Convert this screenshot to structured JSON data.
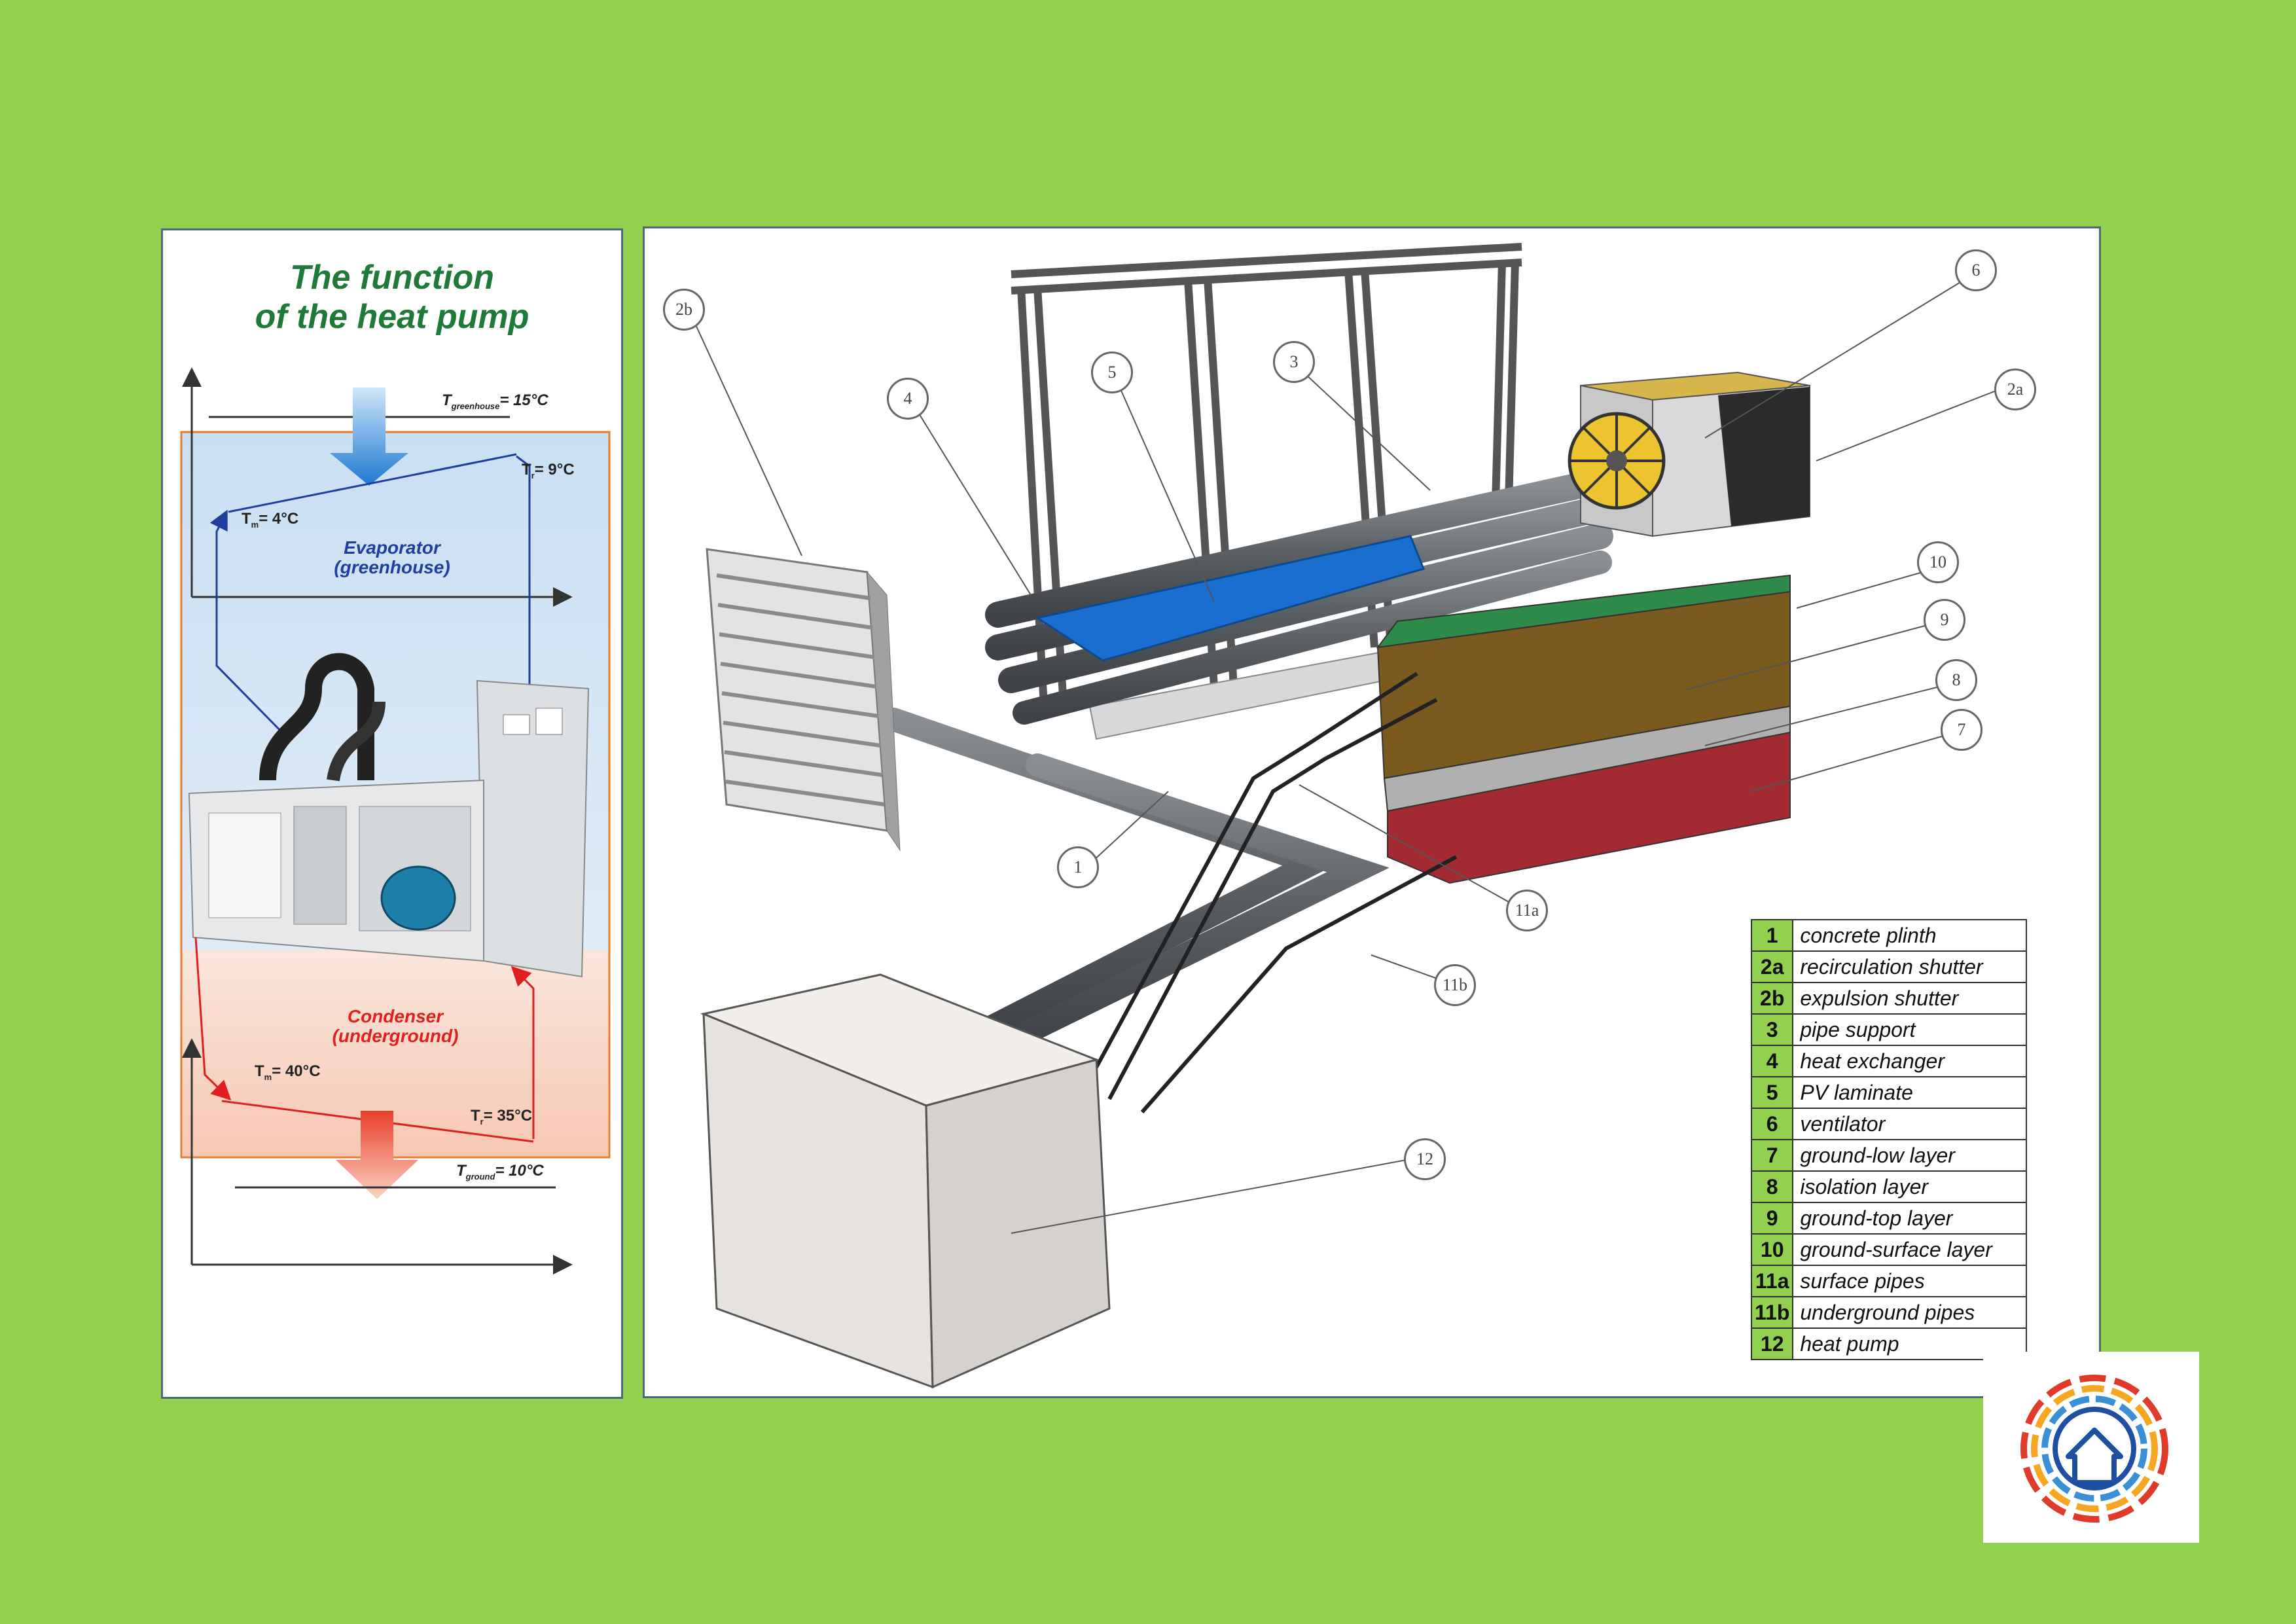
{
  "left_panel": {
    "title_line1": "The function",
    "title_line2": "of the heat pump",
    "t_greenhouse_sym": "T",
    "t_greenhouse_sub": "greenhouse",
    "t_greenhouse_val": "= 15°C",
    "tr_evap": "T",
    "tr_evap_sub": "r",
    "tr_evap_val": "= 9°C",
    "tm_evap": "T",
    "tm_evap_sub": "m",
    "tm_evap_val": "= 4°C",
    "evaporator_line1": "Evaporator",
    "evaporator_line2": "(greenhouse)",
    "condenser_line1": "Condenser",
    "condenser_line2": "(underground)",
    "tm_cond": "T",
    "tm_cond_sub": "m",
    "tm_cond_val": "= 40°C",
    "tr_cond": "T",
    "tr_cond_sub": "r",
    "tr_cond_val": "= 35°C",
    "t_ground_sym": "T",
    "t_ground_sub": "ground",
    "t_ground_val": "= 10°C"
  },
  "callouts": [
    "2b",
    "4",
    "5",
    "3",
    "6",
    "2a",
    "10",
    "9",
    "8",
    "7",
    "1",
    "11a",
    "11b",
    "12"
  ],
  "legend": [
    {
      "num": "1",
      "label": "concrete plinth"
    },
    {
      "num": "2a",
      "label": "recirculation shutter"
    },
    {
      "num": "2b",
      "label": "expulsion shutter"
    },
    {
      "num": "3",
      "label": "pipe support"
    },
    {
      "num": "4",
      "label": "heat exchanger"
    },
    {
      "num": "5",
      "label": "PV laminate"
    },
    {
      "num": "6",
      "label": "ventilator"
    },
    {
      "num": "7",
      "label": "ground-low layer"
    },
    {
      "num": "8",
      "label": "isolation layer"
    },
    {
      "num": "9",
      "label": "ground-top layer"
    },
    {
      "num": "10",
      "label": "ground-surface layer"
    },
    {
      "num": "11a",
      "label": "surface pipes"
    },
    {
      "num": "11b",
      "label": "underground pipes"
    },
    {
      "num": "12",
      "label": "heat pump"
    }
  ],
  "colors": {
    "background": "#92d050",
    "title_green": "#1f7a3a",
    "evaporator_blue": "#1f3f9e",
    "condenser_red": "#e02020",
    "pv_blue": "#1a6fd0",
    "ground_green": "#2e8b4a",
    "ground_brown": "#7a5a1e",
    "ground_red": "#a32a30"
  },
  "logo": {
    "icon": "house-energy-logo-icon"
  }
}
